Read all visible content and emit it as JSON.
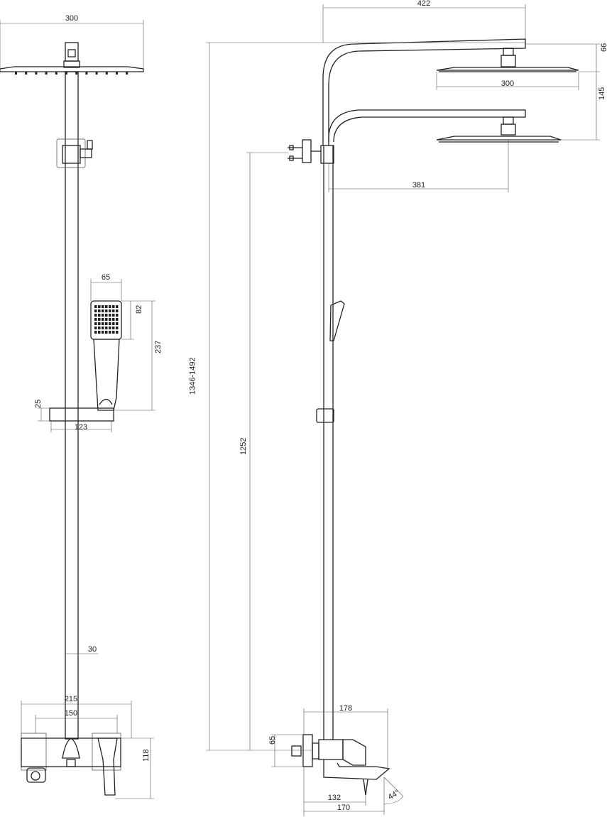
{
  "front_view": {
    "head_width": "300",
    "handshower_width": "65",
    "handshower_head_height": "82",
    "handshower_height": "237",
    "holder_thickness": "25",
    "holder_width": "123",
    "pipe_width": "30",
    "mixer_width": "215",
    "mixer_centers": "150",
    "mixer_height": "118"
  },
  "side_view": {
    "total_height": "1346-1492",
    "bracket_height": "1252",
    "arm_reach": "422",
    "head_thickness": "66",
    "head_width": "300",
    "head_adjust": "145",
    "min_reach": "381",
    "mixer_depth": "178",
    "wall_plate": "65",
    "spout_reach": "132",
    "spout_total": "170",
    "spout_angle": "44°"
  },
  "colors": {
    "line": "#222222",
    "background": "#ffffff"
  }
}
